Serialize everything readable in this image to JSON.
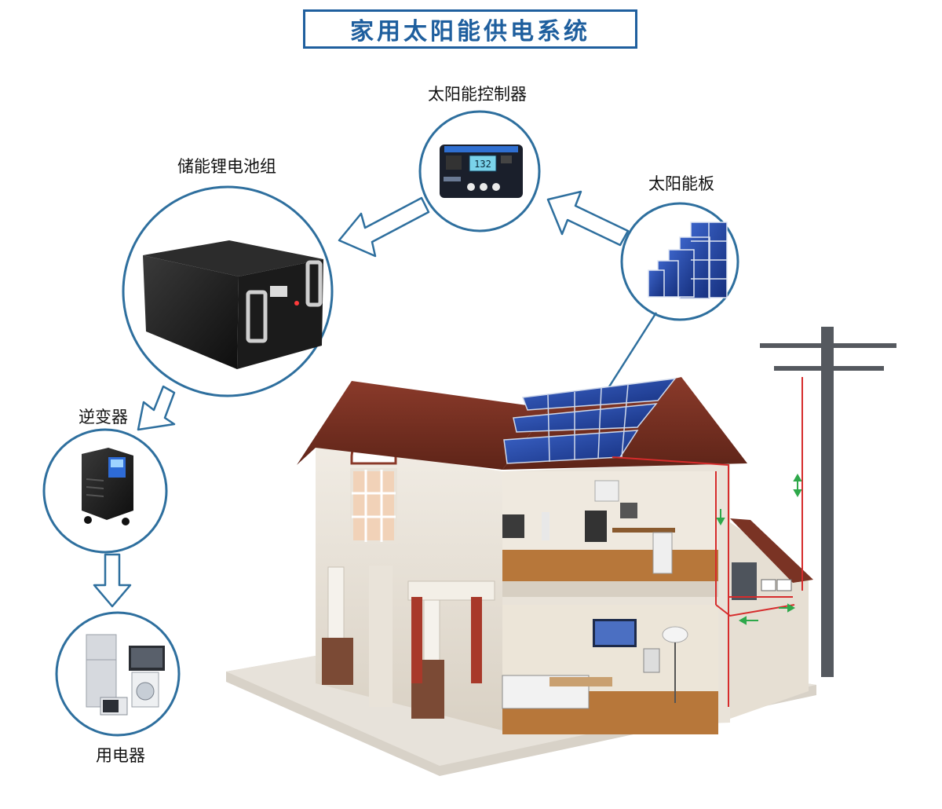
{
  "title": "家用太阳能供电系统",
  "nodes": {
    "controller": {
      "label": "太阳能控制器",
      "icon": "solar-controller-icon",
      "screen_reading": "132"
    },
    "panel": {
      "label": "太阳能板",
      "icon": "solar-panel-icon"
    },
    "battery": {
      "label": "储能锂电池组",
      "icon": "lithium-battery-pack-icon"
    },
    "inverter": {
      "label": "逆变器",
      "icon": "inverter-icon"
    },
    "appliances": {
      "label": "用电器",
      "icon": "home-appliances-icon"
    }
  },
  "flow": [
    "太阳能板",
    "太阳能控制器",
    "储能锂电池组",
    "逆变器",
    "用电器"
  ],
  "colors": {
    "accent": "#1f5f9e",
    "circle_border": "#2e6f9e",
    "arrow_fill": "#ffffff",
    "arrow_stroke": "#2e6f9e",
    "wire": "#d62c2c",
    "flow_arrow": "#2ea84a"
  }
}
